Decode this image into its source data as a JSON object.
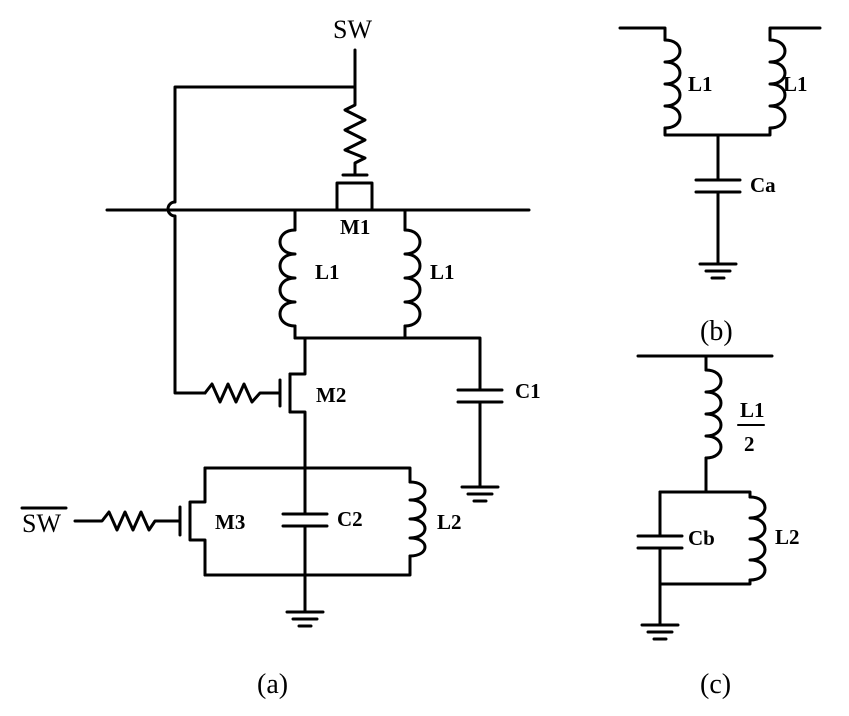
{
  "circuit_a": {
    "caption": "(a)",
    "labels": {
      "sw": "SW",
      "sw_bar": "SW",
      "m1": "M1",
      "m2": "M2",
      "m3": "M3",
      "l1_left": "L1",
      "l1_right": "L1",
      "c1": "C1",
      "c2": "C2",
      "l2": "L2"
    }
  },
  "circuit_b": {
    "caption": "(b)",
    "labels": {
      "l1_left": "L1",
      "l1_right": "L1",
      "ca": "Ca"
    }
  },
  "circuit_c": {
    "caption": "(c)",
    "labels": {
      "l1_num": "L1",
      "l1_den": "2",
      "cb": "Cb",
      "l2": "L2"
    }
  }
}
